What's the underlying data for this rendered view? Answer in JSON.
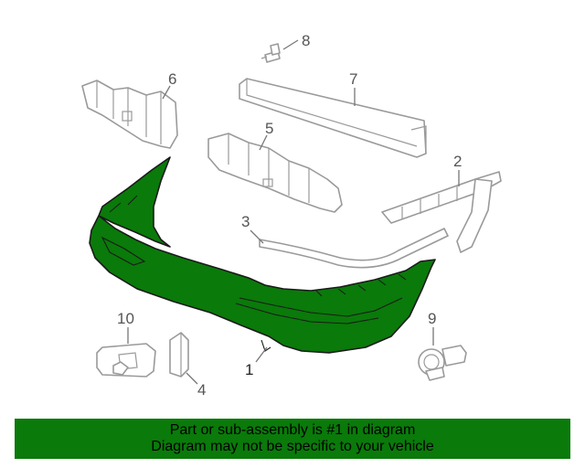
{
  "diagram": {
    "callouts": {
      "c1": "1",
      "c2": "2",
      "c3": "3",
      "c4": "4",
      "c5": "5",
      "c6": "6",
      "c7": "7",
      "c8": "8",
      "c9": "9",
      "c10": "10"
    },
    "highlight_color": "#0a7a0a",
    "highlighted_part": "1"
  },
  "banner": {
    "line1": "Part or sub-assembly is #1 in diagram",
    "line2": "Diagram may not be specific to your vehicle",
    "background": "#0a7a0a"
  }
}
